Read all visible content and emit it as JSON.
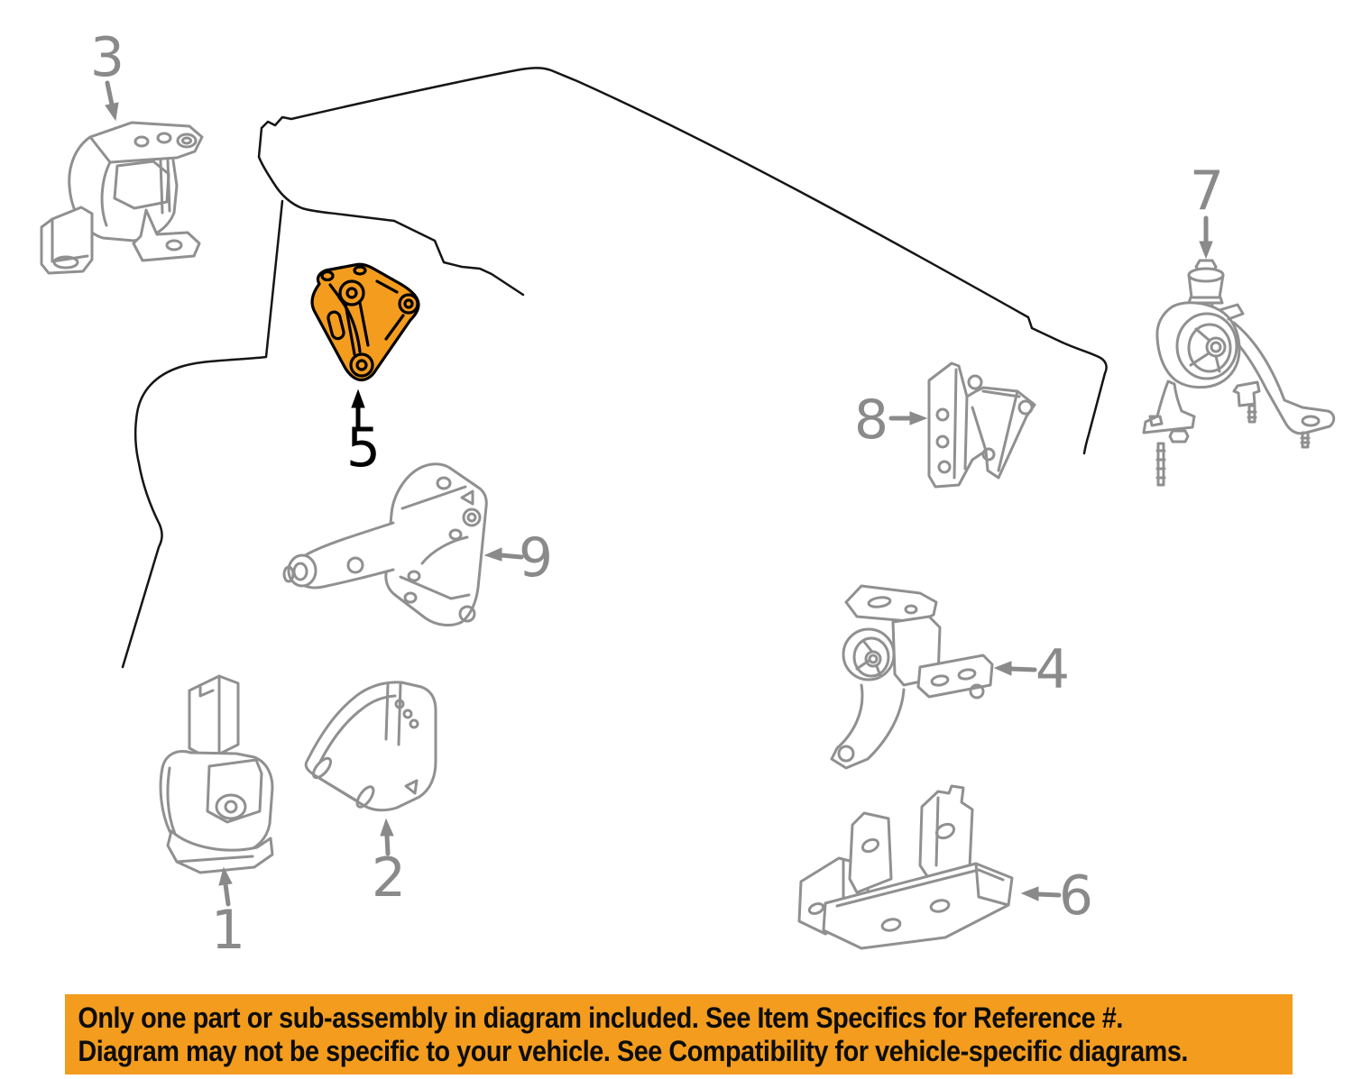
{
  "diagram": {
    "highlighted_part": "5",
    "colors": {
      "highlight_fill": "#F39C1E",
      "highlight_stroke": "#000000",
      "part_line": "#909090",
      "vehicle_outline": "#151515",
      "label_gray": "#8a8a8a",
      "label_highlight": "#000000"
    },
    "parts": [
      {
        "number": "1",
        "highlighted": false
      },
      {
        "number": "2",
        "highlighted": false
      },
      {
        "number": "3",
        "highlighted": false
      },
      {
        "number": "4",
        "highlighted": false
      },
      {
        "number": "5",
        "highlighted": true
      },
      {
        "number": "6",
        "highlighted": false
      },
      {
        "number": "7",
        "highlighted": false
      },
      {
        "number": "8",
        "highlighted": false
      },
      {
        "number": "9",
        "highlighted": false
      }
    ]
  },
  "banner": {
    "background": "#F39C1E",
    "text_color": "#0d0d0d",
    "line1": "Only one part or sub-assembly in diagram included. See Item Specifics for Reference #.",
    "line2": "Diagram may not be specific to your vehicle. See Compatibility for vehicle-specific diagrams."
  }
}
